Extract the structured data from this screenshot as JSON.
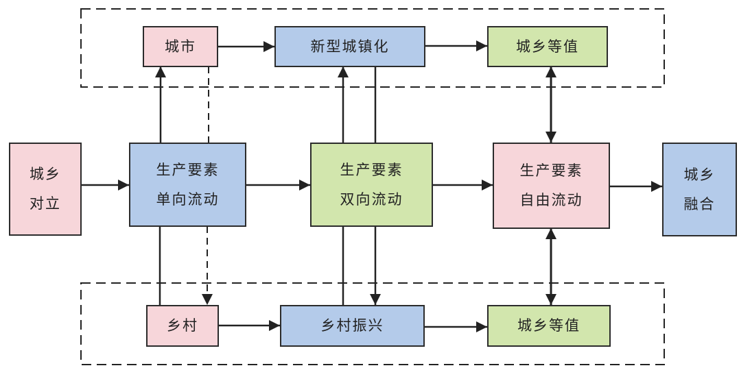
{
  "colors": {
    "pink": "#f7d6da",
    "blue": "#b4cbea",
    "green": "#d2e6ad",
    "line": "#222222"
  },
  "groups": {
    "urban_group": "urban",
    "rural_group": "rural"
  },
  "nodes": {
    "city": {
      "lines": [
        "城市"
      ],
      "color": "pink"
    },
    "new_urbanization": {
      "lines": [
        "新型城镇化"
      ],
      "color": "blue"
    },
    "urban_rural_equal_top": {
      "lines": [
        "城乡等值"
      ],
      "color": "green"
    },
    "urban_rural_opposition": {
      "lines": [
        "城乡",
        "对立"
      ],
      "color": "pink"
    },
    "one_way_flow": {
      "lines": [
        "生产要素",
        "单向流动"
      ],
      "color": "blue"
    },
    "two_way_flow": {
      "lines": [
        "生产要素",
        "双向流动"
      ],
      "color": "green"
    },
    "free_flow": {
      "lines": [
        "生产要素",
        "自由流动"
      ],
      "color": "pink"
    },
    "urban_rural_integration": {
      "lines": [
        "城乡",
        "融合"
      ],
      "color": "blue"
    },
    "countryside": {
      "lines": [
        "乡村"
      ],
      "color": "pink"
    },
    "rural_revitalization": {
      "lines": [
        "乡村振兴"
      ],
      "color": "blue"
    },
    "urban_rural_equal_bottom": {
      "lines": [
        "城乡等值"
      ],
      "color": "green"
    }
  },
  "edges": [
    {
      "from": "urban_rural_opposition",
      "to": "one_way_flow",
      "style": "solid",
      "arrow": "end"
    },
    {
      "from": "one_way_flow",
      "to": "two_way_flow",
      "style": "solid",
      "arrow": "end"
    },
    {
      "from": "two_way_flow",
      "to": "free_flow",
      "style": "solid",
      "arrow": "end"
    },
    {
      "from": "free_flow",
      "to": "urban_rural_integration",
      "style": "solid",
      "arrow": "end"
    },
    {
      "from": "city",
      "to": "new_urbanization",
      "style": "solid",
      "arrow": "end"
    },
    {
      "from": "new_urbanization",
      "to": "urban_rural_equal_top",
      "style": "solid",
      "arrow": "end"
    },
    {
      "from": "countryside",
      "to": "rural_revitalization",
      "style": "solid",
      "arrow": "end"
    },
    {
      "from": "rural_revitalization",
      "to": "urban_rural_equal_bottom",
      "style": "solid",
      "arrow": "end"
    },
    {
      "from": "one_way_flow",
      "to": "city",
      "style": "solid",
      "arrow": "end"
    },
    {
      "from": "city",
      "to": "countryside",
      "style": "dashed",
      "arrow": "end"
    },
    {
      "from": "countryside",
      "to": "one_way_flow",
      "style": "solid",
      "arrow": "none"
    },
    {
      "from": "two_way_flow",
      "to": "new_urbanization",
      "style": "solid",
      "arrow": "end"
    },
    {
      "from": "new_urbanization",
      "to": "two_way_flow",
      "style": "solid",
      "arrow": "none"
    },
    {
      "from": "two_way_flow",
      "to": "rural_revitalization",
      "style": "solid",
      "arrow": "end"
    },
    {
      "from": "rural_revitalization",
      "to": "two_way_flow",
      "style": "solid",
      "arrow": "none"
    },
    {
      "from": "free_flow",
      "to": "urban_rural_equal_top",
      "style": "solid",
      "arrow": "both"
    },
    {
      "from": "free_flow",
      "to": "urban_rural_equal_bottom",
      "style": "solid",
      "arrow": "both"
    }
  ]
}
